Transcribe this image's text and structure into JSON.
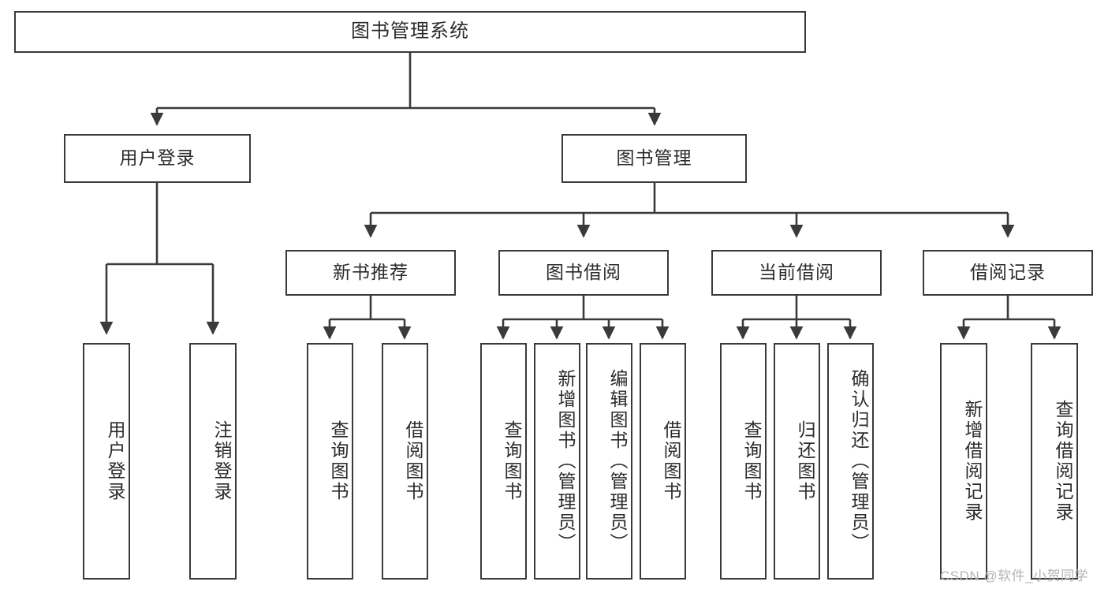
{
  "diagram": {
    "title": "图书管理系统",
    "type": "hierarchy-tree",
    "style": {
      "border_color": "#3a3a3a",
      "fill_color": "#ffffff",
      "text_color": "#2b2b2b",
      "connector_color": "#3a3a3a",
      "watermark_color": "#b4b4b4"
    },
    "root": {
      "label": "图书管理系统"
    },
    "level1": [
      {
        "label": "用户登录"
      },
      {
        "label": "图书管理"
      }
    ],
    "level2": [
      {
        "label": "新书推荐"
      },
      {
        "label": "图书借阅"
      },
      {
        "label": "当前借阅"
      },
      {
        "label": "借阅记录"
      }
    ],
    "leaves_user_login": [
      {
        "label": "用户登录"
      },
      {
        "label": "注销登录"
      }
    ],
    "leaves_new_book": [
      {
        "label": "查询图书"
      },
      {
        "label": "借阅图书"
      }
    ],
    "leaves_borrow": [
      {
        "label": "查询图书"
      },
      {
        "label": "新增图书（管理员）"
      },
      {
        "label": "编辑图书（管理员）"
      },
      {
        "label": "借阅图书"
      }
    ],
    "leaves_current": [
      {
        "label": "查询图书"
      },
      {
        "label": "归还图书"
      },
      {
        "label": "确认归还（管理员）"
      }
    ],
    "leaves_records": [
      {
        "label": "新增借阅记录"
      },
      {
        "label": "查询借阅记录"
      }
    ],
    "watermark": "CSDN @软件_小贺同学"
  }
}
